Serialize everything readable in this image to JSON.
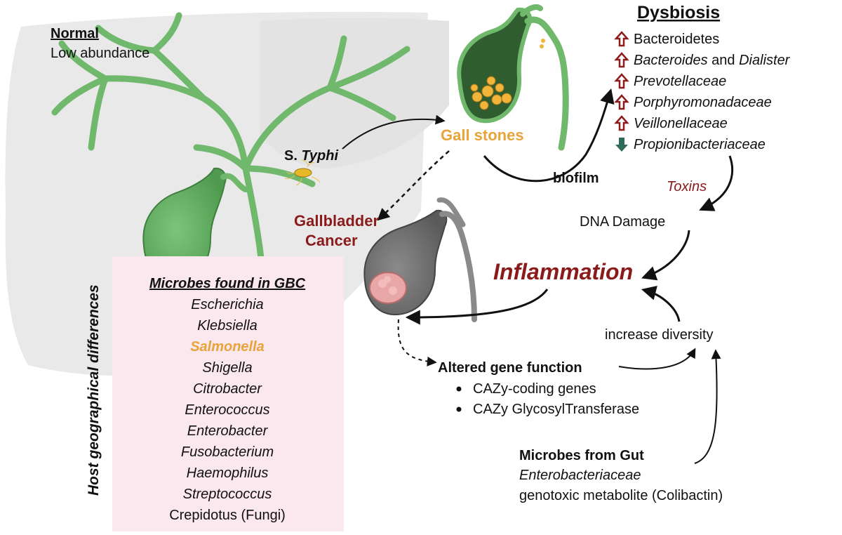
{
  "normal": {
    "title": "Normal",
    "subtitle": "Low abundance"
  },
  "s_typhi": {
    "prefix": "S. ",
    "name": "Typhi"
  },
  "gall_stones": "Gall stones",
  "gallbladder_cancer": {
    "line1": "Gallbladder",
    "line2": "Cancer"
  },
  "biofilm": "biofilm",
  "dysbiosis": {
    "title": "Dysbiosis",
    "items": [
      {
        "direction": "up",
        "text": "Bacteroidetes"
      },
      {
        "direction": "up",
        "text": "Bacteroides",
        "joiner": " and ",
        "text2": "Dialister"
      },
      {
        "direction": "up",
        "text": "Prevotellaceae"
      },
      {
        "direction": "up",
        "text": "Porphyromonadaceae"
      },
      {
        "direction": "up",
        "text": "Veillonellaceae"
      },
      {
        "direction": "down",
        "text": "Propionibacteriaceae"
      }
    ]
  },
  "toxins": "Toxins",
  "dna_damage": "DNA Damage",
  "inflammation": "Inflammation",
  "increase_diversity": "increase diversity",
  "altered_gene": {
    "title": "Altered gene function",
    "items": [
      "CAZy-coding genes",
      "CAZy GlycosylTransferase"
    ]
  },
  "gut_microbes": {
    "title": "Microbes from Gut",
    "line1": "Enterobacteriaceae",
    "line2": "genotoxic metabolite (Colibactin)"
  },
  "host_geo": "Host geographical differences",
  "gbc_microbes": {
    "title": "Microbes found in GBC",
    "items": [
      {
        "name": "Escherichia",
        "style": "italic"
      },
      {
        "name": "Klebsiella",
        "style": "italic"
      },
      {
        "name": "Salmonella",
        "style": "highlight"
      },
      {
        "name": "Shigella",
        "style": "italic"
      },
      {
        "name": "Citrobacter",
        "style": "italic"
      },
      {
        "name": "Enterococcus",
        "style": "italic"
      },
      {
        "name": "Enterobacter",
        "style": "italic"
      },
      {
        "name": "Fusobacterium",
        "style": "italic"
      },
      {
        "name": "Haemophilus",
        "style": "italic"
      },
      {
        "name": "Streptococcus",
        "style": "italic"
      },
      {
        "name": "Crepidotus (Fungi)",
        "style": "plain"
      }
    ]
  },
  "colors": {
    "up_arrow": "#8b1d1d",
    "down_arrow": "#2f6b5a",
    "dark_red": "#8b1a1a",
    "orange": "#e8a33a",
    "liver": "#e9e9e9",
    "green": "#6fb86c",
    "green_dark": "#3f7f3f",
    "pink_box": "#fbe8ef",
    "tumor_gray": "#6e6e6e"
  }
}
